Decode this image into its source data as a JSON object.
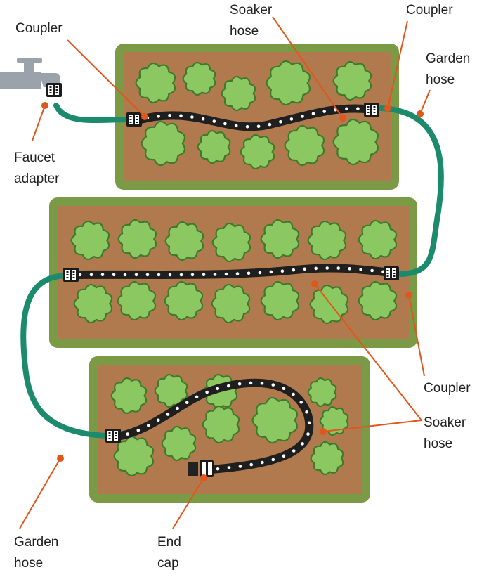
{
  "colors": {
    "bed_fill": "#b07a4e",
    "bed_border": "#7a9a45",
    "plant_fill": "#8cc861",
    "plant_stroke": "#3f7a2a",
    "garden_hose": "#1c8a6c",
    "soaker_hose": "#1f1f1f",
    "soaker_dots": "#ffffff",
    "leader_line": "#e0561c",
    "faucet": "#9aa3ab"
  },
  "labels": {
    "coupler_top_left": [
      "Coupler"
    ],
    "soaker_hose_top": [
      "Soaker",
      "hose"
    ],
    "coupler_top_right": [
      "Coupler"
    ],
    "garden_hose_right": [
      "Garden",
      "hose"
    ],
    "faucet_adapter": [
      "Faucet",
      "adapter"
    ],
    "coupler_right": [
      "Coupler"
    ],
    "soaker_hose_right": [
      "Soaker",
      "hose"
    ],
    "garden_hose_bottom": [
      "Garden",
      "hose"
    ],
    "end_cap": [
      "End",
      "cap"
    ]
  },
  "icons": {
    "faucet": "faucet-icon",
    "plant": "plant-icon",
    "coupler": "coupler-icon",
    "end_cap": "end-cap-icon"
  }
}
